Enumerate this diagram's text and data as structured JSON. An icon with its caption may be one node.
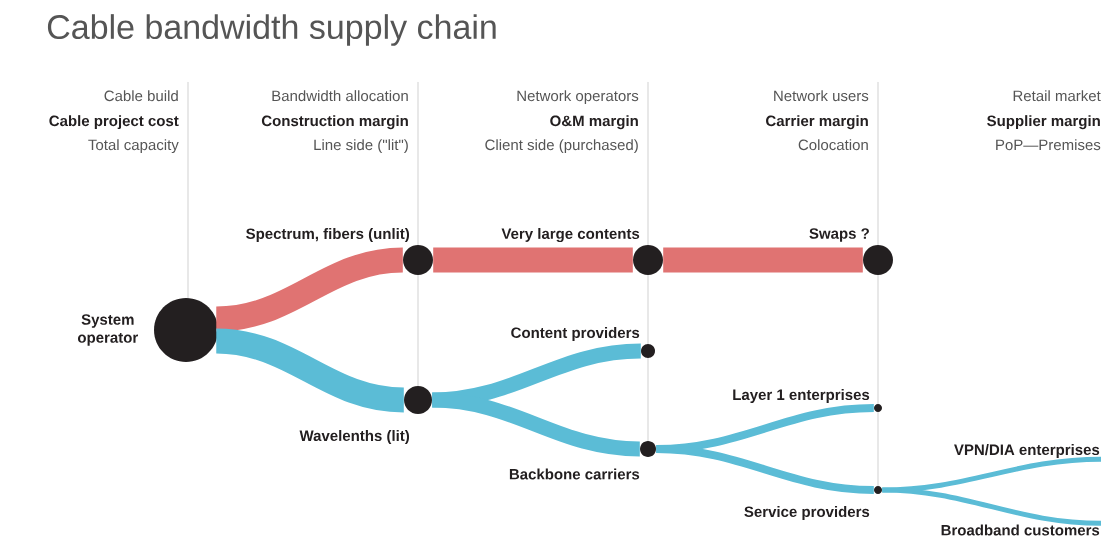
{
  "diagram": {
    "title": "Cable bandwidth supply chain",
    "nodes": [
      {
        "text": [],
        "shape": "circle",
        "beside": [
          "System operator"
        ]
      },
      {
        "text": [],
        "shape": "circle",
        "beside": [
          "Spectrum, fibers (unlit)"
        ]
      },
      {
        "text": [],
        "shape": "circle",
        "beside": [
          "Very large contents"
        ]
      },
      {
        "text": [],
        "shape": "circle",
        "beside": [
          "Swaps ?"
        ]
      },
      {
        "text": [],
        "shape": "circle",
        "beside": [
          "Wavelenths (lit)"
        ]
      },
      {
        "text": [],
        "shape": "circle",
        "beside": [
          "Content providers"
        ]
      },
      {
        "text": [],
        "shape": "circle",
        "beside": [
          "Backbone carriers"
        ]
      },
      {
        "text": [],
        "shape": "circle",
        "beside": [
          "Layer 1 enterprises"
        ]
      },
      {
        "text": [],
        "shape": "circle",
        "beside": [
          "Service providers"
        ]
      },
      {
        "text": [
          "VPN/DIA enterprises"
        ]
      },
      {
        "text": [
          "Broadband customers"
        ]
      }
    ],
    "edges": [
      {
        "from": 0,
        "to": 1,
        "arrow": "none",
        "color": "#e07372"
      },
      {
        "from": 1,
        "to": 2,
        "arrow": "none",
        "color": "#e07372"
      },
      {
        "from": 2,
        "to": 3,
        "arrow": "none",
        "color": "#e07372"
      },
      {
        "from": 0,
        "to": 4,
        "arrow": "none"
      },
      {
        "from": 4,
        "to": 5,
        "arrow": "none"
      },
      {
        "from": 4,
        "to": 6,
        "arrow": "none"
      },
      {
        "from": 6,
        "to": 7,
        "arrow": "none"
      },
      {
        "from": 6,
        "to": 8,
        "arrow": "none"
      },
      {
        "from": 8,
        "to": 9,
        "arrow": "none"
      },
      {
        "from": 8,
        "to": 10,
        "arrow": "none"
      }
    ],
    "labels": [
      "Cable build",
      "Cable project cost",
      "Total capacity",
      "Bandwidth allocation",
      "Construction margin",
      "Line side (\"lit\")",
      "Network operators",
      "O&M margin",
      "Client side (purchased)",
      "Network users",
      "Carrier margin",
      "Colocation",
      "Retail market",
      "Supplier margin",
      "PoP—Premises"
    ]
  }
}
